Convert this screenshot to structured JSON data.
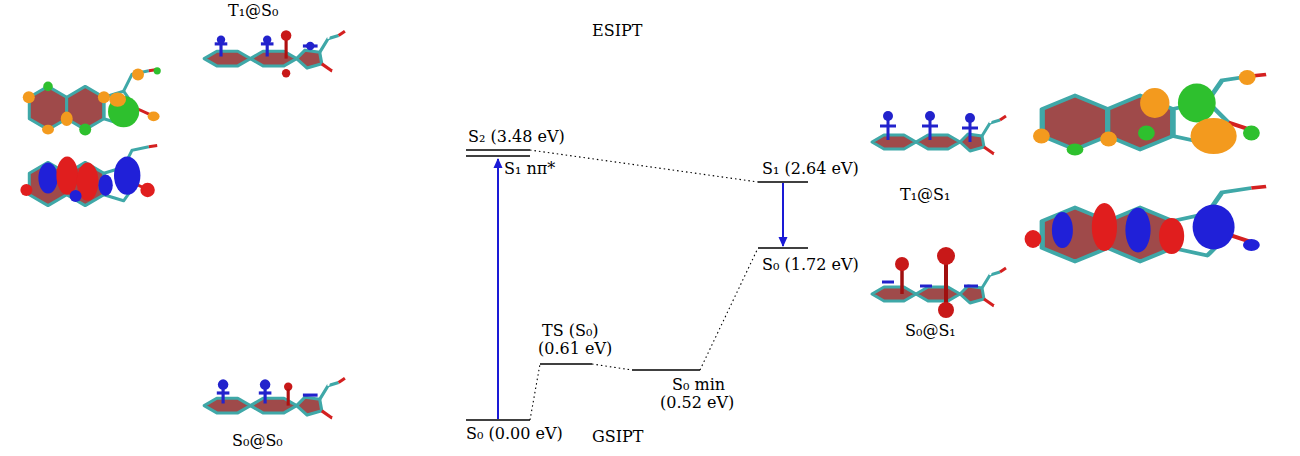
{
  "diagram": {
    "labels": [
      "T₁@S₀",
      "ESIPT",
      "S₂ (3.48 eV)",
      "S₁ nπ*",
      "S₁ (2.64 eV)",
      "T₁@S₁",
      "S₀ (1.72 eV)",
      "S₀@S₁",
      "TS (S₀)",
      "(0.61 eV)",
      "S₀ min",
      "(0.52 eV)",
      "S₀ (0.00 eV)",
      "GSIPT",
      "S₀@S₀"
    ]
  }
}
